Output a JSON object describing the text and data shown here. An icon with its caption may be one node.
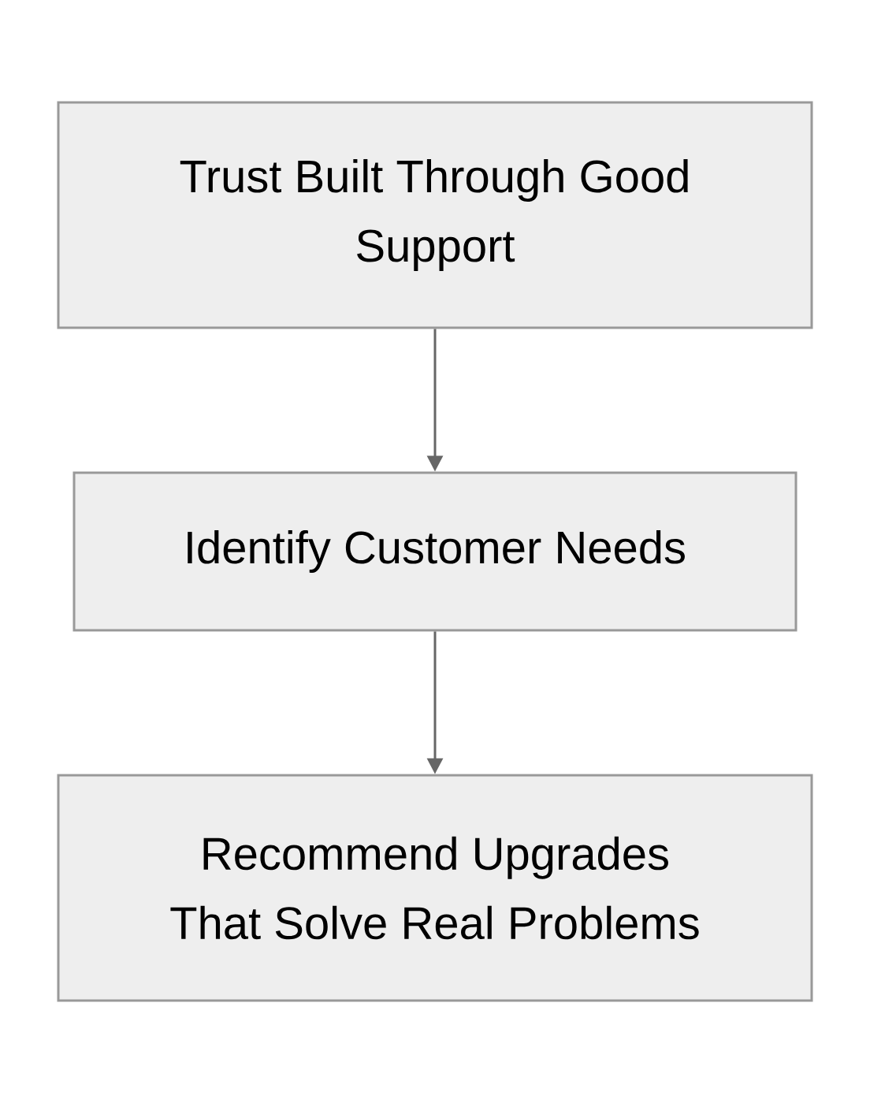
{
  "diagram": {
    "nodes": [
      {
        "text": [
          "Trust Built Through Good Support"
        ]
      },
      {
        "text": [
          "Identify Customer Needs"
        ]
      },
      {
        "text": [
          "Recommend Upgrades That Solve Real Problems"
        ]
      }
    ],
    "edges": [
      {
        "from": 0,
        "to": 1,
        "arrow": "to"
      },
      {
        "from": 1,
        "to": 2,
        "arrow": "to"
      }
    ]
  }
}
